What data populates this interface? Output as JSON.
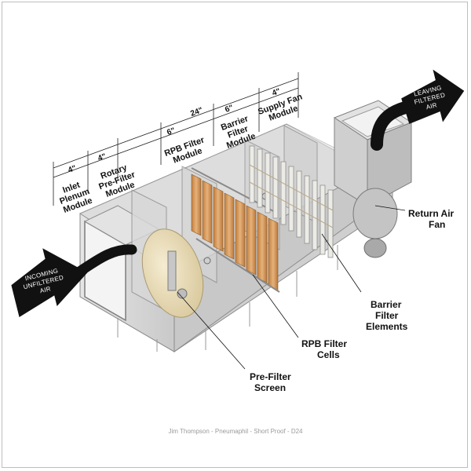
{
  "dimensions": {
    "overall": "24\"",
    "inlet": "4\"",
    "rotary": "4\"",
    "rpb": "6\"",
    "barrier": "6\"",
    "supply": "4\""
  },
  "modules": {
    "inlet": [
      "Inlet",
      "Plenum",
      "Module"
    ],
    "rotary": [
      "Rotary",
      "Pre-Filter",
      "Module"
    ],
    "rpb": [
      "RPB Filter",
      "Module"
    ],
    "barrier": [
      "Barrier",
      "Filter",
      "Module"
    ],
    "supply": [
      "Supply Fan",
      "Module"
    ]
  },
  "callouts": {
    "return_fan": [
      "Return Air",
      "Fan"
    ],
    "barrier_elements": [
      "Barrier",
      "Filter",
      "Elements"
    ],
    "rpb_cells": [
      "RPB Filter",
      "Cells"
    ],
    "prefilter": [
      "Pre-Filter",
      "Screen"
    ]
  },
  "arrows": {
    "incoming": [
      "INCOMING",
      "UNFILTERED",
      "AIR"
    ],
    "leaving": [
      "LEAVING",
      "FILTERED",
      "AIR"
    ]
  },
  "footer": "Jim Thompson - Pneumaphil - Short Proof - D24",
  "colors": {
    "housing": "#dcdcdc",
    "filter_media": "#d9a062",
    "arrow": "#111111",
    "prefilter_disc": "#ece0bd"
  }
}
